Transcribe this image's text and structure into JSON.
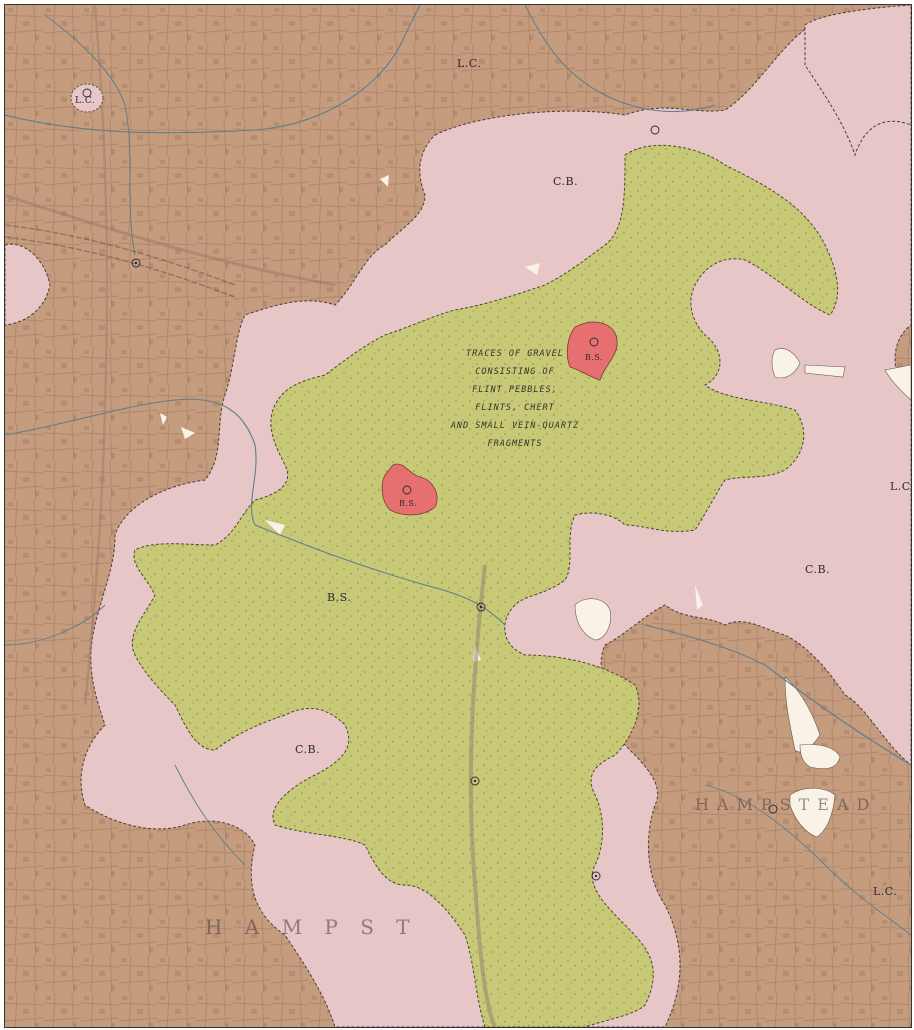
{
  "map": {
    "colors": {
      "london_clay": "#c69c7e",
      "claygate_beds": "#e6c6c6",
      "bagshot_sand": "#c8c977",
      "gravel_patch": "#e5706f",
      "made_ground": "#f8f3e6",
      "road": "#b8a79c",
      "stream": "#5f7d8d"
    },
    "units": {
      "lc_top": "L.C.",
      "lc_right": "L.C.",
      "lc_bottom_right": "L.C.",
      "lc_circle": "L.C.",
      "cb_top": "C.B.",
      "cb_right": "C.B.",
      "cb_bottom": "C.B.",
      "bs_main": "B.S.",
      "bs_patch_1": "B.S.",
      "bs_patch_2": "B.S."
    },
    "gravel_note": {
      "line1": "TRACES OF GRAVEL",
      "line2": "CONSISTING OF",
      "line3": "FLINT PEBBLES,",
      "line4": "FLINTS, CHERT",
      "line5": "AND SMALL VEIN-QUARTZ",
      "line6": "FRAGMENTS"
    },
    "place_names": {
      "hampstead": "HAMPSTEAD",
      "hampstead_heath_bottom": "H A M P S T"
    }
  }
}
